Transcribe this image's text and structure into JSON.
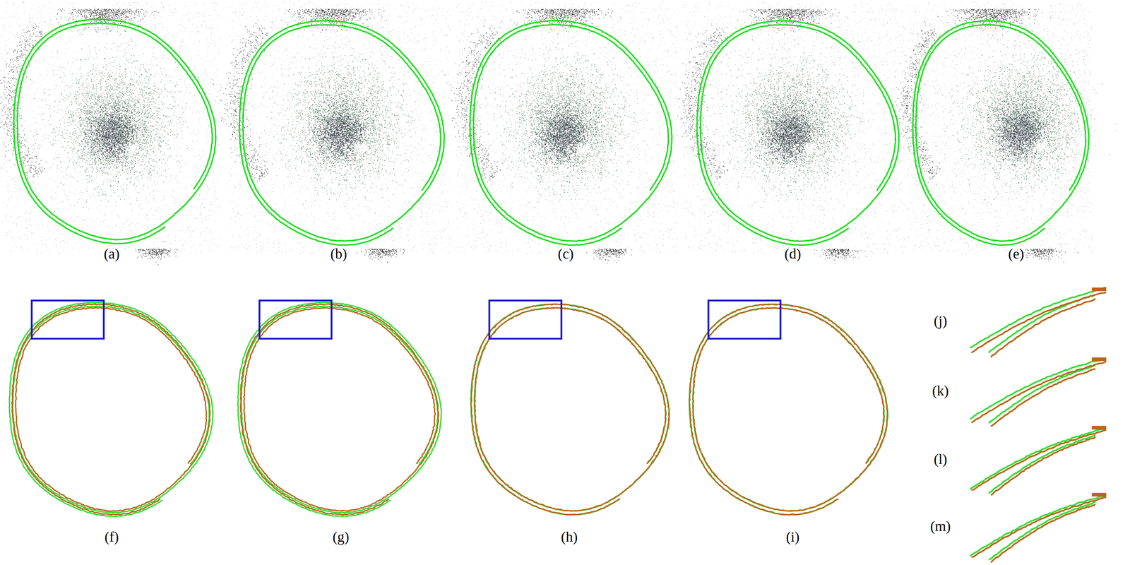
{
  "diagram": {
    "labels": [
      "(a)",
      "(b)",
      "(c)",
      "(d)",
      "(e)",
      "(f)",
      "(g)",
      "(h)",
      "(i)",
      "(j)",
      "(k)",
      "(l)",
      "(m)"
    ]
  }
}
